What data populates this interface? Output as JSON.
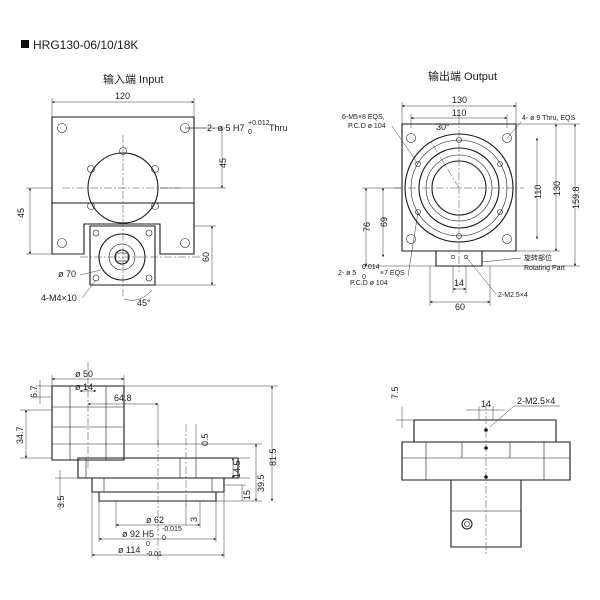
{
  "title": "HRG130-06/10/18K",
  "views": {
    "input": {
      "heading": "输入端 Input",
      "dims": {
        "width": "120",
        "hole": "2- ø 5 H7",
        "hole_tol_up": "+0.012",
        "hole_tol_low": "0",
        "hole_suffix": "Thru",
        "right45": "45",
        "left45": "45",
        "right60": "60",
        "dia70": "ø 70",
        "m4": "4-M4×10",
        "angle45": "45°"
      }
    },
    "output": {
      "heading": "输出端 Output",
      "dims": {
        "w130": "130",
        "w110": "110",
        "m5": "6-M5×8 EQS,",
        "pcd1": "P.C.D  ø 104",
        "angle30": "30°",
        "thru": "4- ø 9 Thru, EQS",
        "v130": "130",
        "v110": "110",
        "v159": "159.8",
        "v76": "76",
        "v69": "69",
        "pin": "2- ø 5",
        "pin_tol_up": "0.014",
        "pin_tol_low": "0",
        "pin_suffix": "×7 EQS",
        "pcd2": "P.C.D  ø 104",
        "d14": "14",
        "d60": "60",
        "m25": "2-M2.5×4",
        "rot_cn": "旋转部位",
        "rot_en": "Rotating Part"
      }
    },
    "side": {
      "dims": {
        "d50": "ø 50",
        "d14": "ø 14",
        "d648": "64.8",
        "d67": "6.7",
        "d347": "34.7",
        "d05": "0.5",
        "d145": "14.5",
        "d395": "39.5",
        "d815": "81.5",
        "d15": "15",
        "d35": "3.5",
        "d3": "3",
        "d62": "ø 62",
        "d92": "ø 92 H5",
        "d92_up": "-0.015",
        "d92_low": "0",
        "d114": "ø 114",
        "d114_up": "0",
        "d114_low": "-0.01"
      }
    },
    "rear": {
      "dims": {
        "d75": "7.5",
        "d14": "14",
        "m25": "2-M2.5×4"
      }
    }
  }
}
